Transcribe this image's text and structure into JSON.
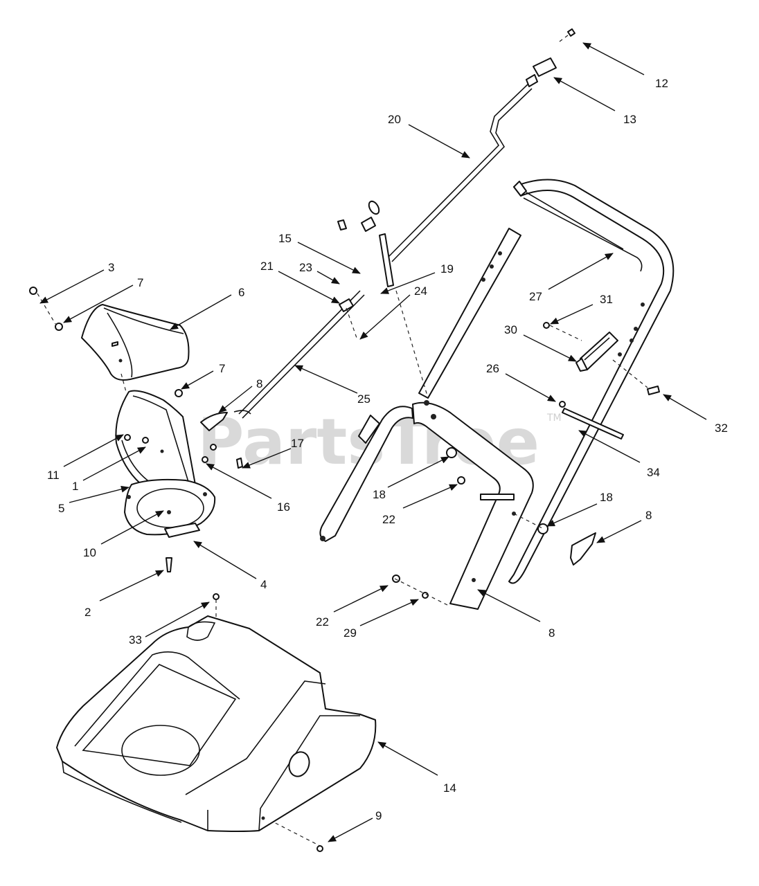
{
  "watermark": {
    "text": "PartsTree",
    "trademark": "TM"
  },
  "callouts": [
    {
      "id": "c12",
      "label": "12"
    },
    {
      "id": "c13",
      "label": "13"
    },
    {
      "id": "c20",
      "label": "20"
    },
    {
      "id": "c15",
      "label": "15"
    },
    {
      "id": "c19",
      "label": "19"
    },
    {
      "id": "c21",
      "label": "21"
    },
    {
      "id": "c23",
      "label": "23"
    },
    {
      "id": "c24",
      "label": "24"
    },
    {
      "id": "c27",
      "label": "27"
    },
    {
      "id": "c31",
      "label": "31"
    },
    {
      "id": "c30",
      "label": "30"
    },
    {
      "id": "c3",
      "label": "3"
    },
    {
      "id": "c7a",
      "label": "7"
    },
    {
      "id": "c6",
      "label": "6"
    },
    {
      "id": "c7b",
      "label": "7"
    },
    {
      "id": "c8a",
      "label": "8"
    },
    {
      "id": "c25",
      "label": "25"
    },
    {
      "id": "c26",
      "label": "26"
    },
    {
      "id": "c32",
      "label": "32"
    },
    {
      "id": "c17",
      "label": "17"
    },
    {
      "id": "c34",
      "label": "34"
    },
    {
      "id": "c11",
      "label": "11"
    },
    {
      "id": "c1",
      "label": "1"
    },
    {
      "id": "c16",
      "label": "16"
    },
    {
      "id": "c18a",
      "label": "18"
    },
    {
      "id": "c5",
      "label": "5"
    },
    {
      "id": "c22a",
      "label": "22"
    },
    {
      "id": "c18b",
      "label": "18"
    },
    {
      "id": "c8b",
      "label": "8"
    },
    {
      "id": "c10",
      "label": "10"
    },
    {
      "id": "c4",
      "label": "4"
    },
    {
      "id": "c2",
      "label": "2"
    },
    {
      "id": "c22b",
      "label": "22"
    },
    {
      "id": "c29",
      "label": "29"
    },
    {
      "id": "c8c",
      "label": "8"
    },
    {
      "id": "c33",
      "label": "33"
    },
    {
      "id": "c14",
      "label": "14"
    },
    {
      "id": "c9",
      "label": "9"
    }
  ]
}
